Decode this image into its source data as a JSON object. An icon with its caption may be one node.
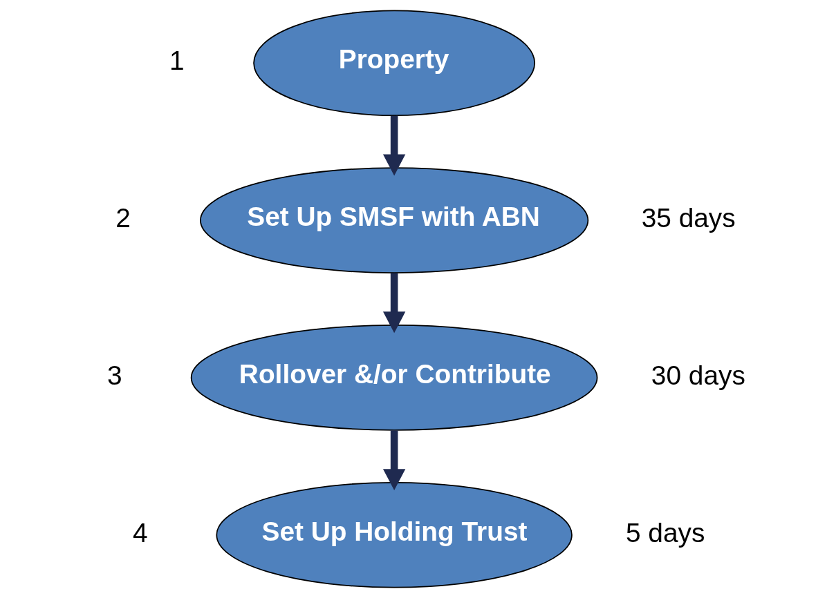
{
  "diagram": {
    "nodes": [
      {
        "text": [
          "Property"
        ],
        "beside": [
          "1"
        ]
      },
      {
        "text": [
          "Set Up SMSF with ABN"
        ],
        "beside": [
          "2",
          "35 days"
        ]
      },
      {
        "text": [
          "Rollover &/or Contribute"
        ],
        "beside": [
          "3",
          "30 days"
        ]
      },
      {
        "text": [
          "Set Up Holding Trust"
        ],
        "beside": [
          "4",
          "5 days"
        ]
      }
    ],
    "edges": [
      {
        "from": 0,
        "to": 1,
        "arrow": "to"
      },
      {
        "from": 1,
        "to": 2,
        "arrow": "to"
      },
      {
        "from": 2,
        "to": 3,
        "arrow": "to"
      }
    ]
  }
}
